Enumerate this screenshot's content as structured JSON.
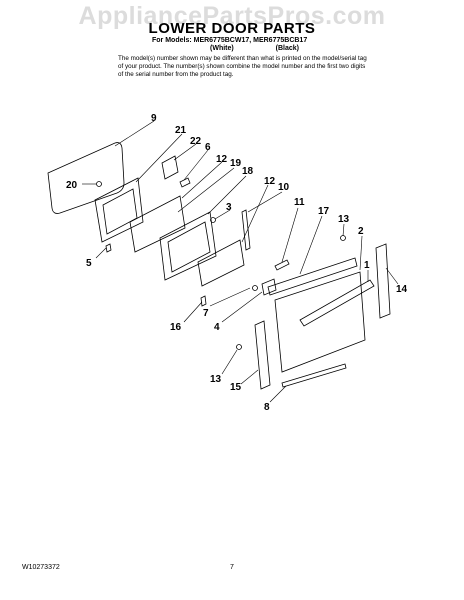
{
  "watermark": "AppliancePartsPros.com",
  "header": {
    "title": "LOWER DOOR PARTS",
    "models": "For Models: MER6775BCW17, MER6775BCB17",
    "variant_white": "(White)",
    "variant_black": "(Black)",
    "note": "The model(s) number shown may be different than what is printed on the model/serial tag of your product. The number(s) shown combine the model number and the first two digits of the serial number from the product tag."
  },
  "callouts": [
    "9",
    "21",
    "22",
    "6",
    "12",
    "19",
    "18",
    "20",
    "3",
    "12",
    "10",
    "11",
    "17",
    "13",
    "2",
    "5",
    "1",
    "14",
    "7",
    "16",
    "4",
    "13",
    "15",
    "8"
  ],
  "footer": {
    "doc_number": "W10273372",
    "page_number": "7"
  }
}
